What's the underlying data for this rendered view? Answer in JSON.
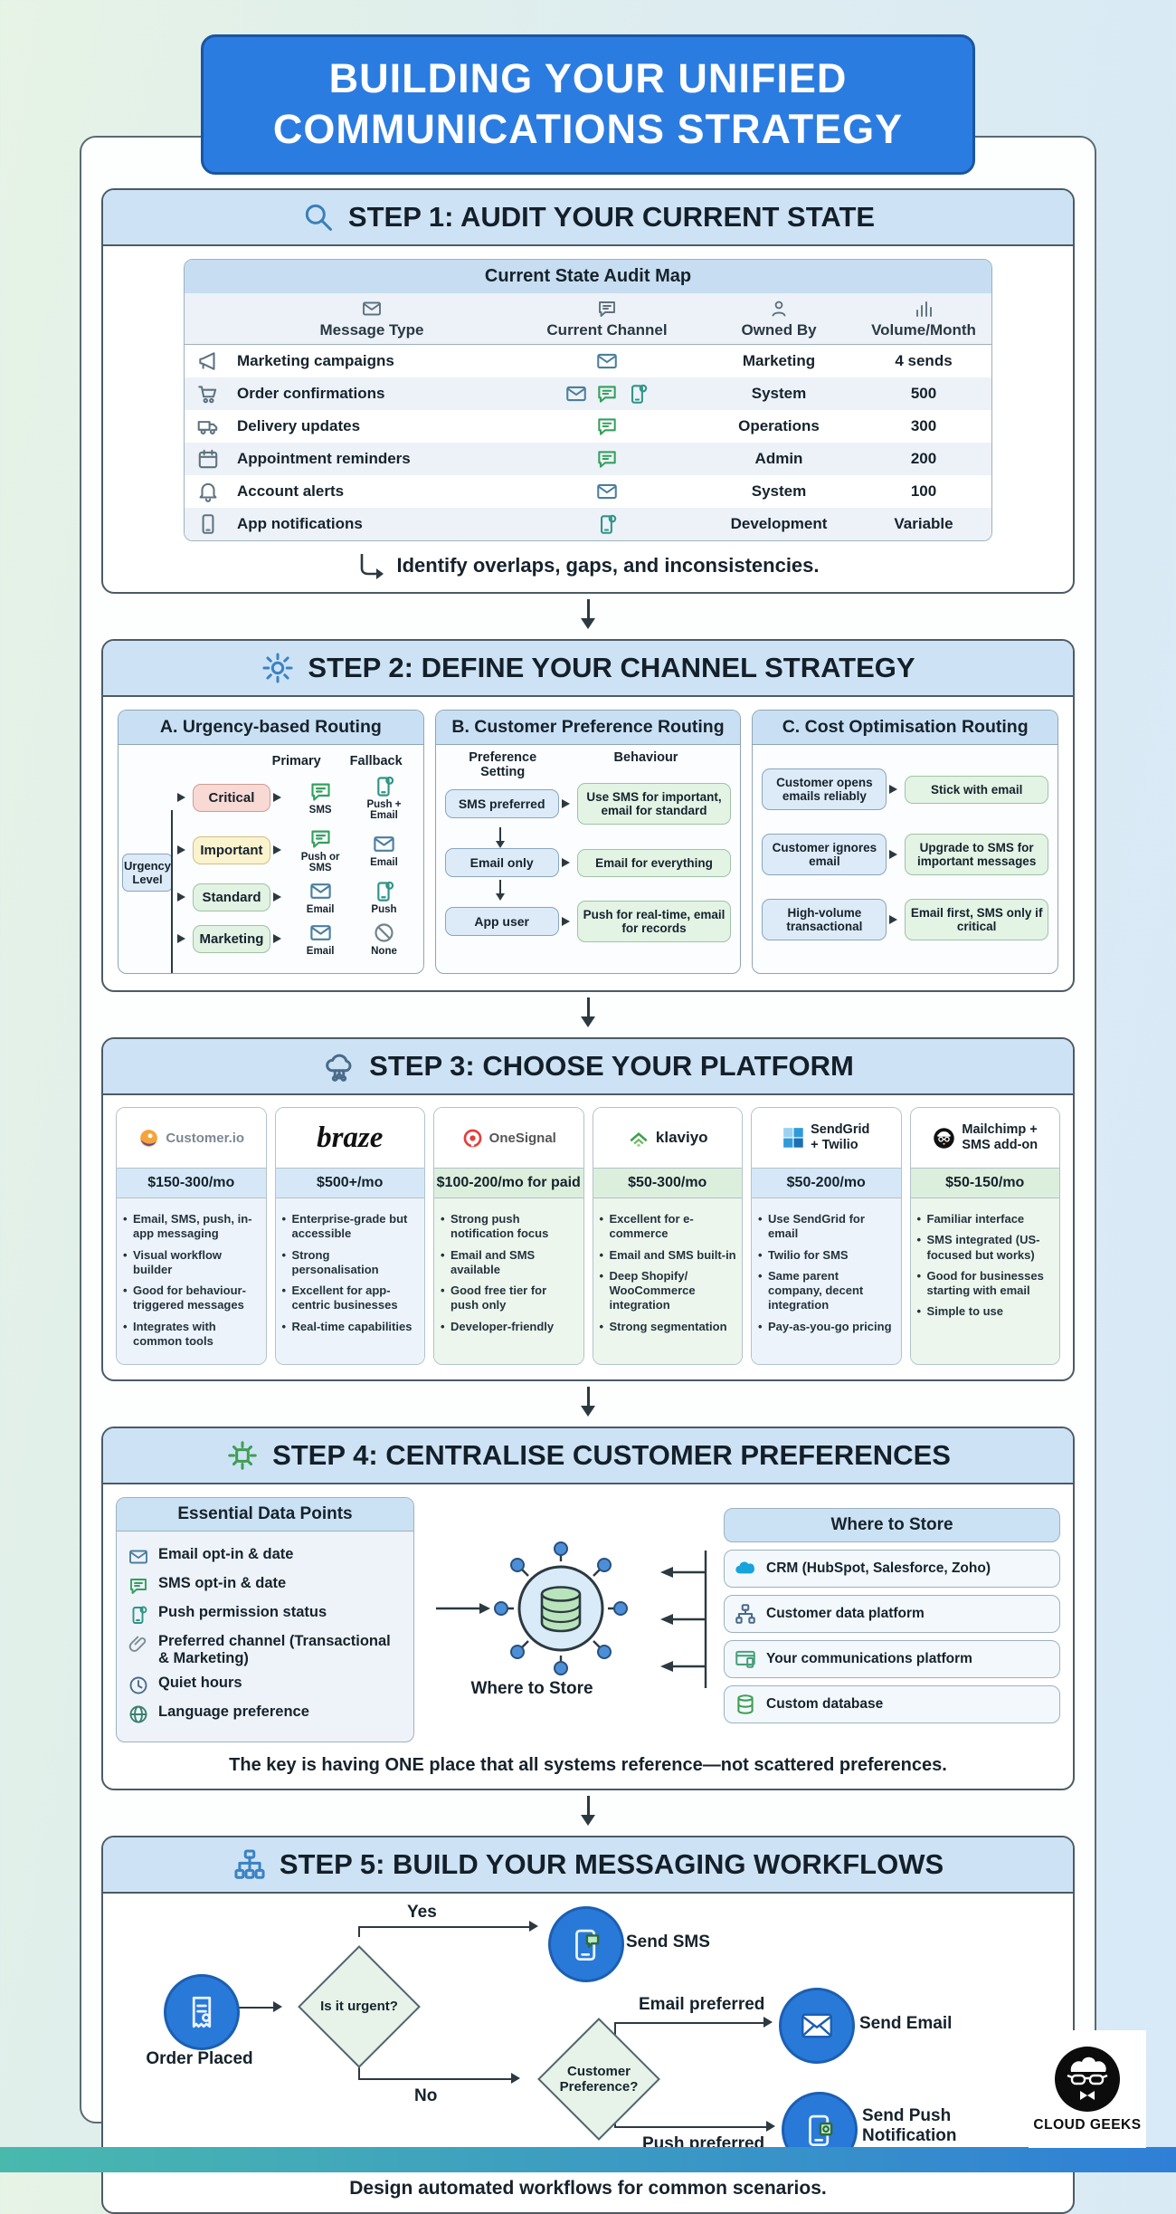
{
  "page": {
    "title_line1": "BUILDING YOUR UNIFIED",
    "title_line2": "COMMUNICATIONS STRATEGY",
    "brand": "CLOUD GEEKS"
  },
  "s1": {
    "heading": "STEP 1: AUDIT YOUR CURRENT STATE",
    "table": {
      "title": "Current State Audit Map",
      "columns": [
        "Message Type",
        "Current Channel",
        "Owned By",
        "Volume/Month"
      ],
      "column_icons": [
        "mail-icon",
        "chat-icon",
        "person-icon",
        "bar-chart-icon"
      ],
      "rows": [
        {
          "icon": "megaphone",
          "type": "Marketing campaigns",
          "channels": [
            "email"
          ],
          "owner": "Marketing",
          "volume": "4 sends"
        },
        {
          "icon": "cart",
          "type": "Order confirmations",
          "channels": [
            "email",
            "sms",
            "push"
          ],
          "owner": "System",
          "volume": "500"
        },
        {
          "icon": "truck",
          "type": "Delivery updates",
          "channels": [
            "sms"
          ],
          "owner": "Operations",
          "volume": "300"
        },
        {
          "icon": "calendar",
          "type": "Appointment reminders",
          "channels": [
            "sms"
          ],
          "owner": "Admin",
          "volume": "200"
        },
        {
          "icon": "bell",
          "type": "Account alerts",
          "channels": [
            "email"
          ],
          "owner": "System",
          "volume": "100"
        },
        {
          "icon": "phone",
          "type": "App notifications",
          "channels": [
            "push"
          ],
          "owner": "Development",
          "volume": "Variable"
        }
      ]
    },
    "note": "Identify overlaps, gaps, and inconsistencies."
  },
  "s2": {
    "heading": "STEP 2: DEFINE YOUR CHANNEL STRATEGY",
    "a": {
      "title": "A. Urgency-based Routing",
      "col1": "Primary",
      "col2": "Fallback",
      "source": "Urgency Level",
      "rows": [
        {
          "level": "Critical",
          "primary": "SMS",
          "primary_icon": "sms",
          "fallback": "Push + Email",
          "fallback_icon": "push"
        },
        {
          "level": "Important",
          "primary": "Push or SMS",
          "primary_icon": "sms",
          "fallback": "Email",
          "fallback_icon": "mail"
        },
        {
          "level": "Standard",
          "primary": "Email",
          "primary_icon": "mail",
          "fallback": "Push",
          "fallback_icon": "push"
        },
        {
          "level": "Marketing",
          "primary": "Email",
          "primary_icon": "mail",
          "fallback": "None",
          "fallback_icon": "ban"
        }
      ]
    },
    "b": {
      "title": "B. Customer Preference Routing",
      "col1": "Preference Setting",
      "col2": "Behaviour",
      "rows": [
        [
          "SMS preferred",
          "Use SMS for important, email for standard"
        ],
        [
          "Email only",
          "Email for everything"
        ],
        [
          "App user",
          "Push for real-time, email for records"
        ]
      ]
    },
    "c": {
      "title": "C. Cost Optimisation Routing",
      "rows": [
        [
          "Customer opens emails reliably",
          "Stick with email"
        ],
        [
          "Customer ignores email",
          "Upgrade to SMS for important messages"
        ],
        [
          "High-volume transactional",
          "Email first, SMS only if critical"
        ]
      ]
    }
  },
  "s3": {
    "heading": "STEP 3: CHOOSE YOUR PLATFORM",
    "platforms": [
      {
        "name": "Customer.io",
        "price": "$150-300/mo",
        "bullets": [
          "Email, SMS, push, in-app messaging",
          "Visual workflow builder",
          "Good for behaviour-triggered messages",
          "Integrates with common tools"
        ]
      },
      {
        "name": "braze",
        "price": "$500+/mo",
        "bullets": [
          "Enterprise-grade but accessible",
          "Strong personalisation",
          "Excellent for app-centric businesses",
          "Real-time capabilities"
        ]
      },
      {
        "name": "OneSignal",
        "price": "$100-200/mo for paid",
        "bullets": [
          "Strong push notification focus",
          "Email and SMS available",
          "Good free tier for push only",
          "Developer-friendly"
        ]
      },
      {
        "name": "klaviyo",
        "price": "$50-300/mo",
        "bullets": [
          "Excellent for e-commerce",
          "Email and SMS built-in",
          "Deep Shopify/ WooCommerce integration",
          "Strong segmentation"
        ]
      },
      {
        "name": "SendGrid + Twilio",
        "name_line1": "SendGrid",
        "name_line2": "+ Twilio",
        "price": "$50-200/mo",
        "bullets": [
          "Use SendGrid for email",
          "Twilio for SMS",
          "Same parent company, decent integration",
          "Pay-as-you-go pricing"
        ]
      },
      {
        "name": "Mailchimp + SMS add-on",
        "name_line1": "Mailchimp +",
        "name_line2": "SMS add-on",
        "price": "$50-150/mo",
        "bullets": [
          "Familiar interface",
          "SMS integrated (US-focused but works)",
          "Good for businesses starting with email",
          "Simple to use"
        ]
      }
    ]
  },
  "s4": {
    "heading": "STEP 4: CENTRALISE CUSTOMER PREFERENCES",
    "left": {
      "title": "Essential Data Points",
      "items": [
        {
          "icon": "mail",
          "label": "Email opt-in & date"
        },
        {
          "icon": "sms",
          "label": "SMS opt-in & date"
        },
        {
          "icon": "push",
          "label": "Push permission status"
        },
        {
          "icon": "clip",
          "label": "Preferred channel (Transactional & Marketing)"
        },
        {
          "icon": "clock",
          "label": "Quiet hours"
        },
        {
          "icon": "globe",
          "label": "Language preference"
        }
      ]
    },
    "hub_label": "Where to Store",
    "right": {
      "title": "Where to Store",
      "items": [
        {
          "icon": "salesforce-cloud",
          "label": "CRM (HubSpot, Salesforce, Zoho)"
        },
        {
          "icon": "org-chart",
          "label": "Customer data platform"
        },
        {
          "icon": "app-window",
          "label": "Your communications platform"
        },
        {
          "icon": "database",
          "label": "Custom database"
        }
      ]
    },
    "note": "The key is having ONE place that all systems reference—not scattered preferences."
  },
  "s5": {
    "heading": "STEP 5: BUILD YOUR MESSAGING WORKFLOWS",
    "nodes": {
      "start": "Order Placed",
      "d1": "Is it urgent?",
      "d2": "Customer Preference?",
      "sms": "Send SMS",
      "email": "Send Email",
      "push": "Send Push Notification"
    },
    "labels": {
      "yes": "Yes",
      "no": "No",
      "email_pref": "Email preferred",
      "push_pref": "Push preferred"
    },
    "note": "Design automated workflows for common scenarios."
  }
}
